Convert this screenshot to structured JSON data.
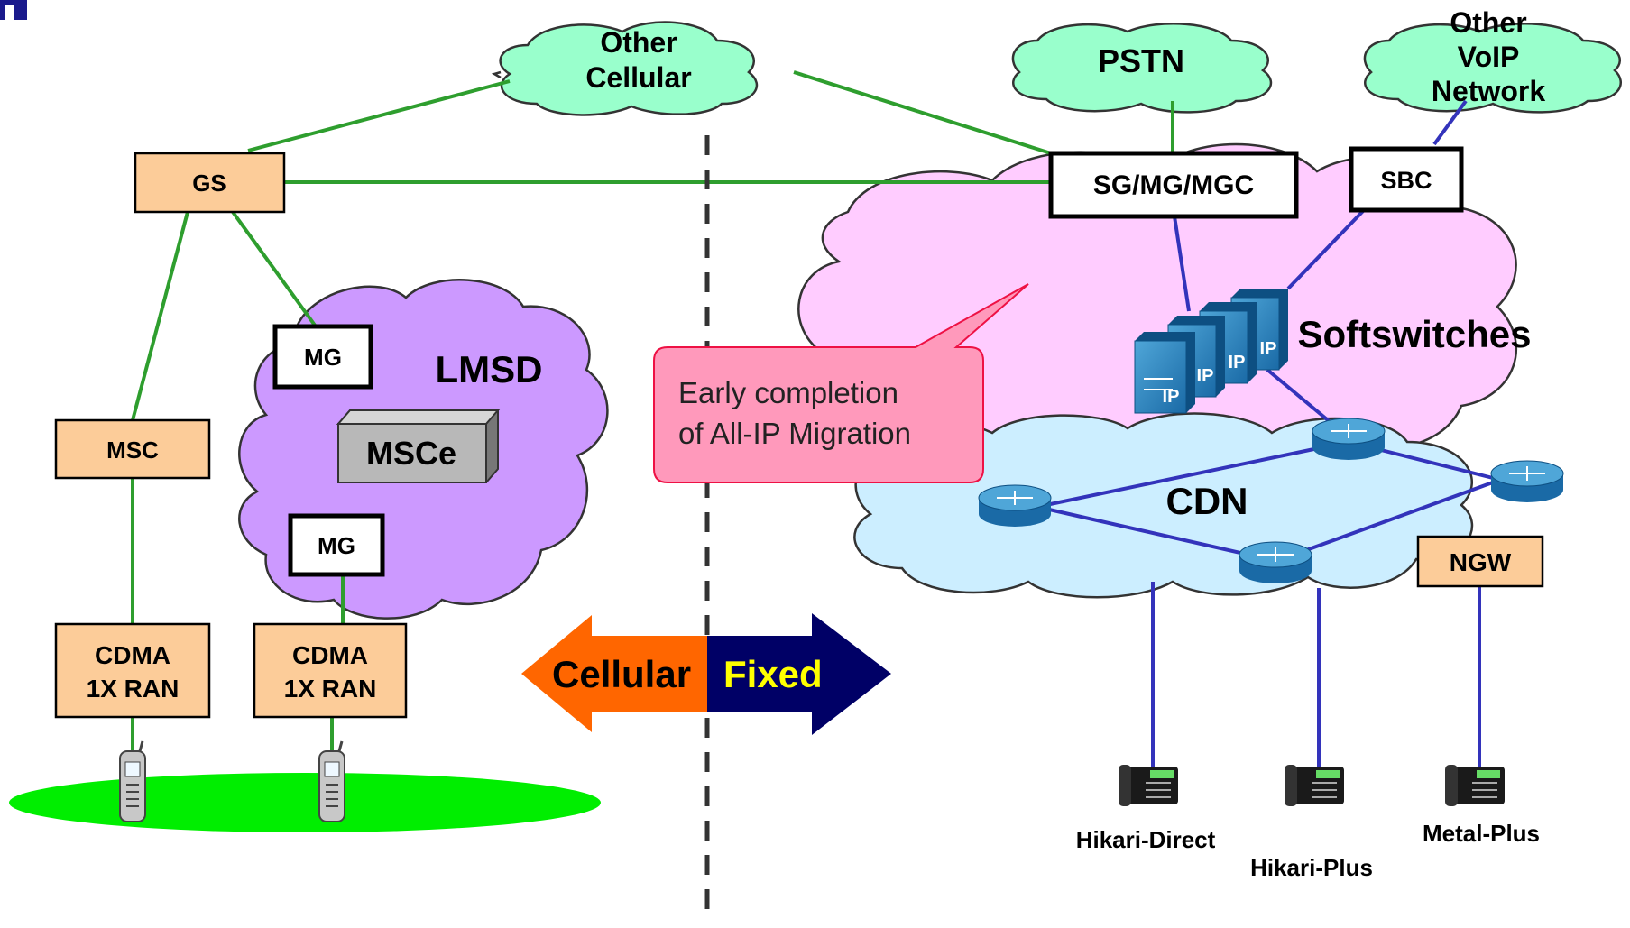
{
  "clouds": {
    "other_cellular": [
      "Other",
      "Cellular"
    ],
    "pstn": "PSTN",
    "other_voip": [
      "Other",
      "VoIP",
      "Network"
    ],
    "lmsd": "LMSD",
    "softswitches": "Softswitches",
    "cdn": "CDN"
  },
  "nodes": {
    "gs": "GS",
    "msc": "MSC",
    "mg_top": "MG",
    "mg_bottom": "MG",
    "msce": "MSCe",
    "ran_left": [
      "CDMA",
      "1X RAN"
    ],
    "ran_right": [
      "CDMA",
      "1X RAN"
    ],
    "sg_mg_mgc": "SG/MG/MGC",
    "sbc": "SBC",
    "ngw": "NGW"
  },
  "callout": [
    "Early completion",
    "of All-IP Migration"
  ],
  "arrows": {
    "cellular": "Cellular",
    "fixed": "Fixed"
  },
  "server_labels": [
    "IP",
    "IP",
    "IP",
    "IP"
  ],
  "phones": {
    "hikari_direct": "Hikari-Direct",
    "hikari_plus": "Hikari-Plus",
    "metal_plus": "Metal-Plus"
  },
  "colors": {
    "green_link": "#2e9e2e",
    "blue_link": "#3333bb",
    "node_fill": "#fccc99",
    "lmsd_cloud": "#cc99ff",
    "softswitch_cloud": "#ffccff",
    "cdn_cloud": "#cceeff",
    "outer_cloud": "#99ffcc",
    "callout_fill": "#ff99bb",
    "cellular_arrow": "#ff6600",
    "fixed_arrow": "#000066",
    "fixed_text": "#ffff00",
    "ground": "#00ee00"
  }
}
